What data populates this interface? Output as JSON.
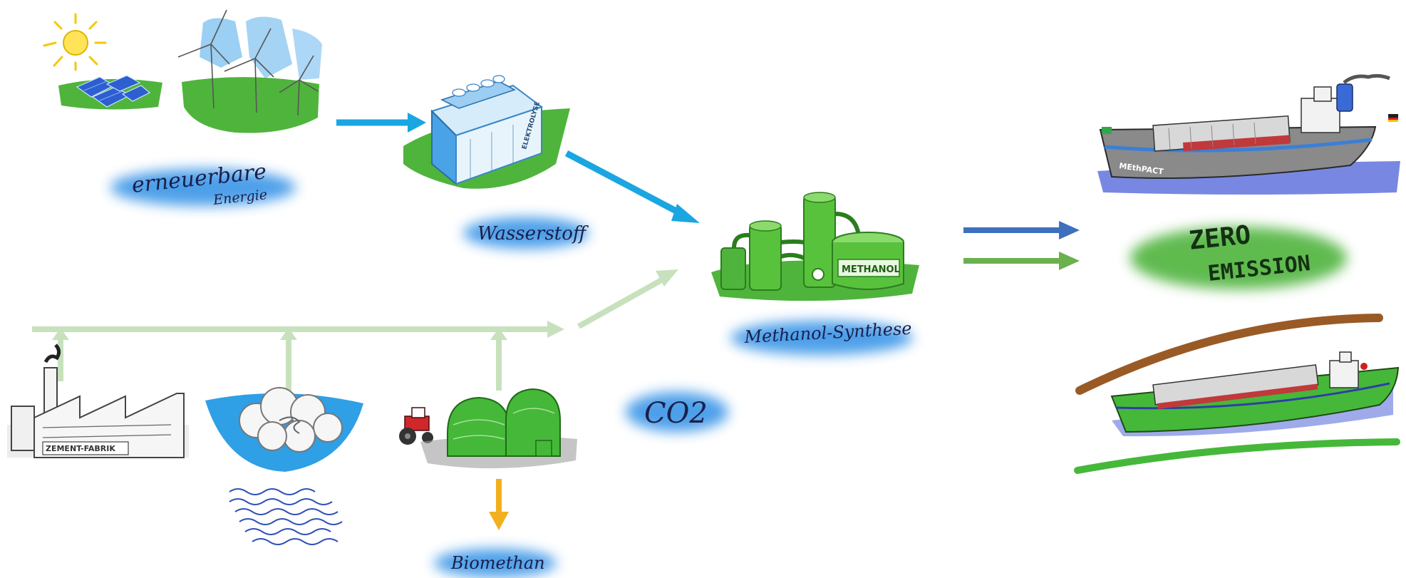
{
  "labels": {
    "renewable_line1": "erneuerbare",
    "renewable_line2": "Energie",
    "hydrogen": "Wasserstoff",
    "methanol_synthesis": "Methanol-Synthese",
    "co2": "CO2",
    "biomethane": "Biomethan",
    "zero_line1": "ZERO",
    "zero_line2": "EMISSION",
    "cement_factory": "ZEMENT-FABRIK",
    "methanol_tank": "METHANOL",
    "electrolysis": "ELEKTROLYSE",
    "ship_name": "MEthPACT"
  },
  "colors": {
    "hydrogen_arrow": "#1aa6e0",
    "co2_arrow": "#c7e1bd",
    "blue_output_arrow": "#3f6fbf",
    "green_output_arrow": "#6bb04f",
    "biomethane_arrow": "#f2b01e",
    "label_highlight": "#2f8fe6",
    "zero_highlight": "#4fb43c"
  }
}
